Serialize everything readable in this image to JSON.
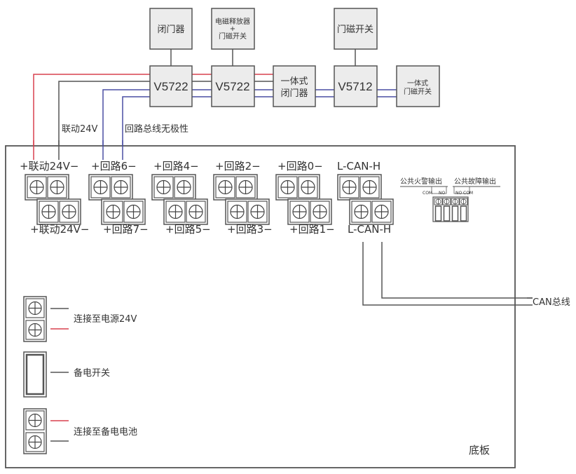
{
  "colors": {
    "red_wire": "#d9414f",
    "blue_wire": "#4a4fa3",
    "black_wire": "#555555",
    "box_fill": "#ececec"
  },
  "top_devices": [
    {
      "id": "door-closer",
      "label": "闭门器"
    },
    {
      "id": "em-release-door-switch",
      "label_lines": [
        "电磁释放器",
        "+",
        "门磁开关"
      ]
    },
    {
      "id": "door-magnetic-switch",
      "label": "门磁开关"
    }
  ],
  "modules": [
    {
      "id": "module-1",
      "label": "V5722"
    },
    {
      "id": "module-2",
      "label": "V5722"
    },
    {
      "id": "integrated-door-closer",
      "label_lines": [
        "一体式",
        "闭门器"
      ]
    },
    {
      "id": "module-3",
      "label": "V5712"
    },
    {
      "id": "integrated-door-switch",
      "label_lines": [
        "一体式",
        "门磁开关"
      ]
    }
  ],
  "wire_labels": {
    "linkage_24v": "联动24V",
    "loop_bus_nonpolar": "回路总线无极性"
  },
  "terminals_top_row": [
    "+联动24V−",
    "+回路6−",
    "+回路4−",
    "+回路2−",
    "+回路0−",
    "L-CAN-H"
  ],
  "terminals_bottom_row": [
    "+联动24V−",
    "+回路7−",
    "+回路5−",
    "+回路3−",
    "+回路1−",
    "L-CAN-H"
  ],
  "relay_outputs": {
    "fire_alarm_output": "公共火警输出",
    "fault_output": "公共故障输出",
    "pins": [
      "COM",
      "NO",
      "NO",
      "COM"
    ]
  },
  "can_bus_label": "CAN总线",
  "power": {
    "power_24v": "连接至电源24V",
    "backup_switch": "备电开关",
    "backup_battery": "连接至备电电池"
  },
  "board_label": "底板"
}
